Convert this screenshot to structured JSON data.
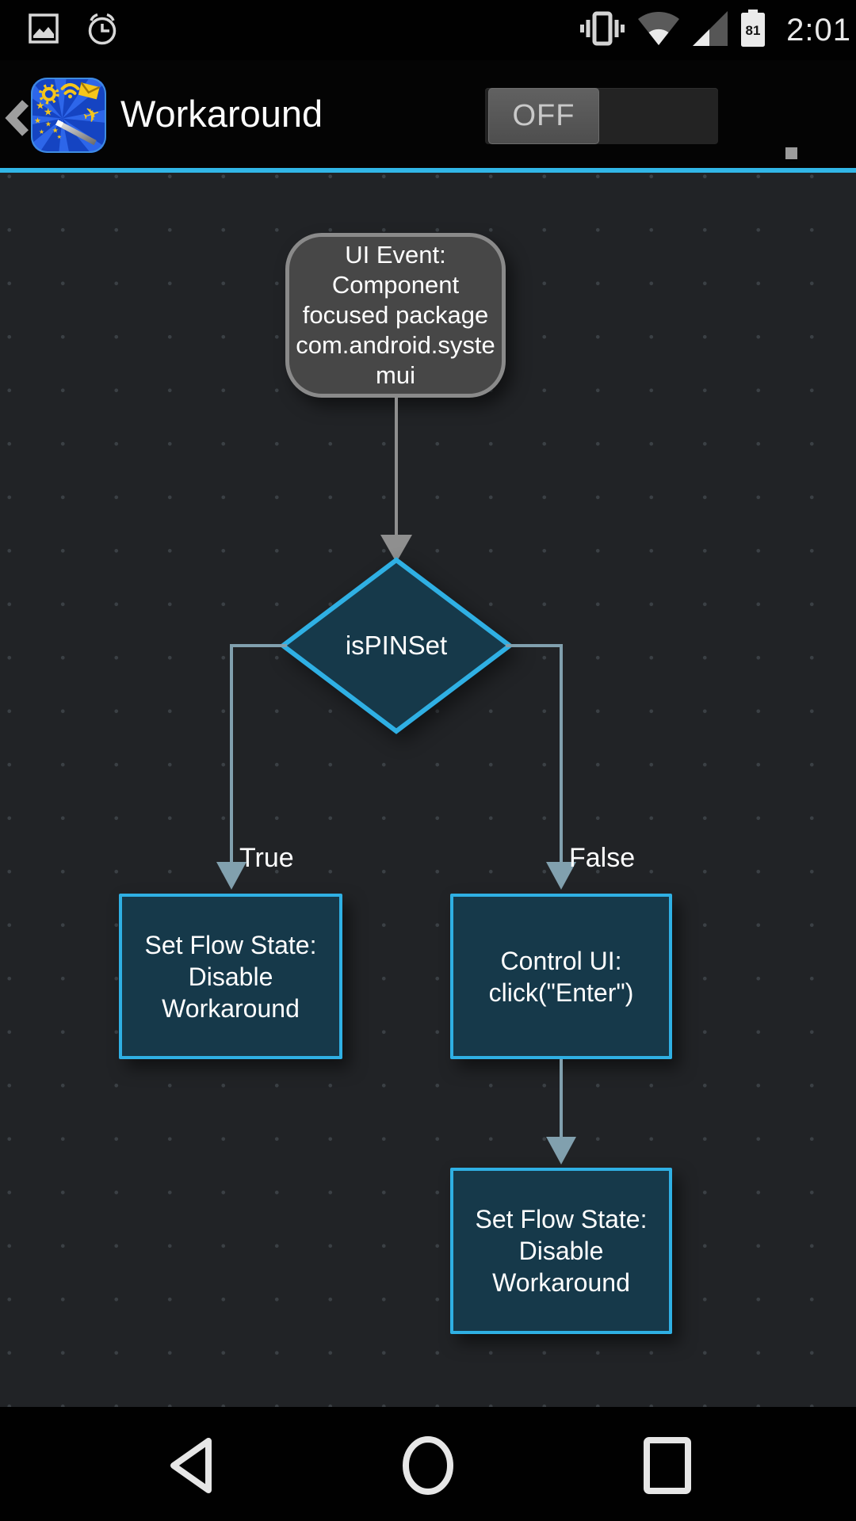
{
  "status_bar": {
    "time": "2:01",
    "battery_level": "81",
    "left_icons": [
      "gallery-notification-icon",
      "alarm-icon"
    ],
    "right_icons": [
      "vibrate-icon",
      "wifi-icon",
      "signal-icon",
      "battery-icon"
    ]
  },
  "app_bar": {
    "title": "Workaround",
    "toggle_label": "OFF",
    "icons": [
      "back-chevron-icon",
      "app-logo-wand",
      "overflow-menu-icon"
    ]
  },
  "flowchart": {
    "event_node": {
      "lines": [
        "UI Event:",
        "Component",
        "focused package",
        "com.android.syste",
        "mui"
      ]
    },
    "decision_node": {
      "label": "isPINSet"
    },
    "true_branch": {
      "label": "True",
      "node_lines": [
        "Set Flow State:",
        "Disable",
        "Workaround"
      ]
    },
    "false_branch": {
      "label": "False",
      "node_lines": [
        "Control UI:",
        "click(\"Enter\")"
      ],
      "next_node_lines": [
        "Set Flow State:",
        "Disable",
        "Workaround"
      ]
    }
  },
  "nav_bar": {
    "icons": [
      "back-triangle-icon",
      "home-circle-icon",
      "recents-square-icon"
    ]
  },
  "colors": {
    "accent_line": "#31b6e7",
    "node_border_blue": "#2fb0e4",
    "node_fill_teal": "#16394a",
    "event_fill_gray": "#474747",
    "event_border_gray": "#8a8a8a",
    "connector_blue_gray": "#81a0ae",
    "connector_gray": "#8f8f8f",
    "canvas_bg": "#212326"
  }
}
